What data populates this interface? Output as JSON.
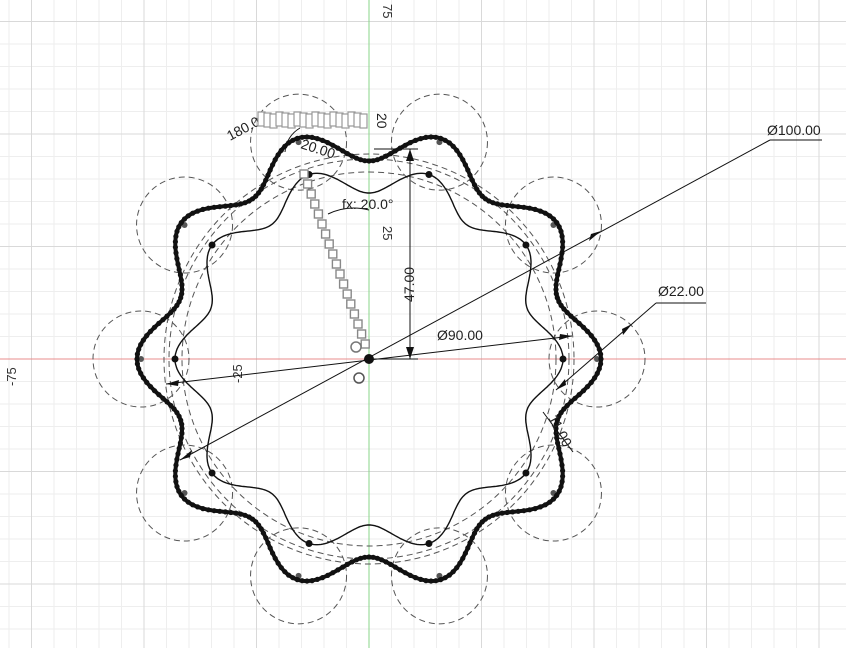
{
  "sketch": {
    "rulers": {
      "y_top": "75",
      "y_mid": "25",
      "x_left": "-75",
      "x_mid": "-25"
    },
    "dimensions": {
      "outer_diameter": "Ø100.00",
      "mid_diameter": "Ø90.00",
      "circle_diameter": "Ø22.00",
      "height": "47.00",
      "offset": "11.00",
      "angle": "180.0°",
      "fx": "fx: 20.0°",
      "partial_top": "20.00",
      "partial_v": "20"
    },
    "colors": {
      "background": "#ffffff",
      "grid_minor": "#eeeeee",
      "grid_major": "#d9d9d9",
      "axis_x": "#e88c8c",
      "axis_y": "#8ad48a",
      "curve": "#111111",
      "construction": "#555555"
    },
    "pattern": {
      "lobes": 10,
      "construction_circles": 10
    }
  }
}
